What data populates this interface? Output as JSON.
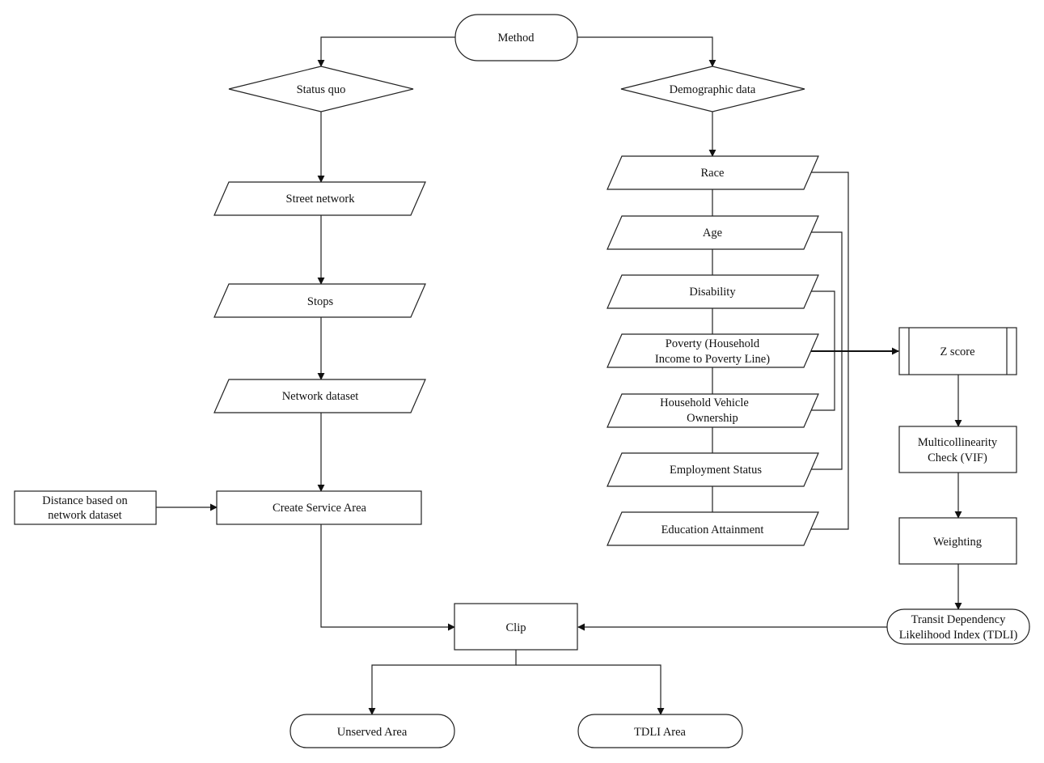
{
  "nodes": {
    "method": "Method",
    "status_quo": "Status quo",
    "demographic_data": "Demographic data",
    "street_network": "Street network",
    "stops": "Stops",
    "network_dataset": "Network dataset",
    "distance": [
      "Distance based on",
      "network dataset"
    ],
    "create_service_area": "Create Service Area",
    "race": "Race",
    "age": "Age",
    "disability": "Disability",
    "poverty": [
      "Poverty (Household",
      "Income to Poverty Line)"
    ],
    "vehicle_ownership": [
      "Household Vehicle",
      "Ownership"
    ],
    "employment_status": "Employment Status",
    "education_attainment": "Education Attainment",
    "z_score": "Z score",
    "multicollinearity": [
      "Multicollinearity",
      "Check (VIF)"
    ],
    "weighting": "Weighting",
    "tdli": [
      "Transit Dependency",
      "Likelihood Index (TDLI)"
    ],
    "clip": "Clip",
    "unserved_area": "Unserved Area",
    "tdli_area": "TDLI Area"
  }
}
